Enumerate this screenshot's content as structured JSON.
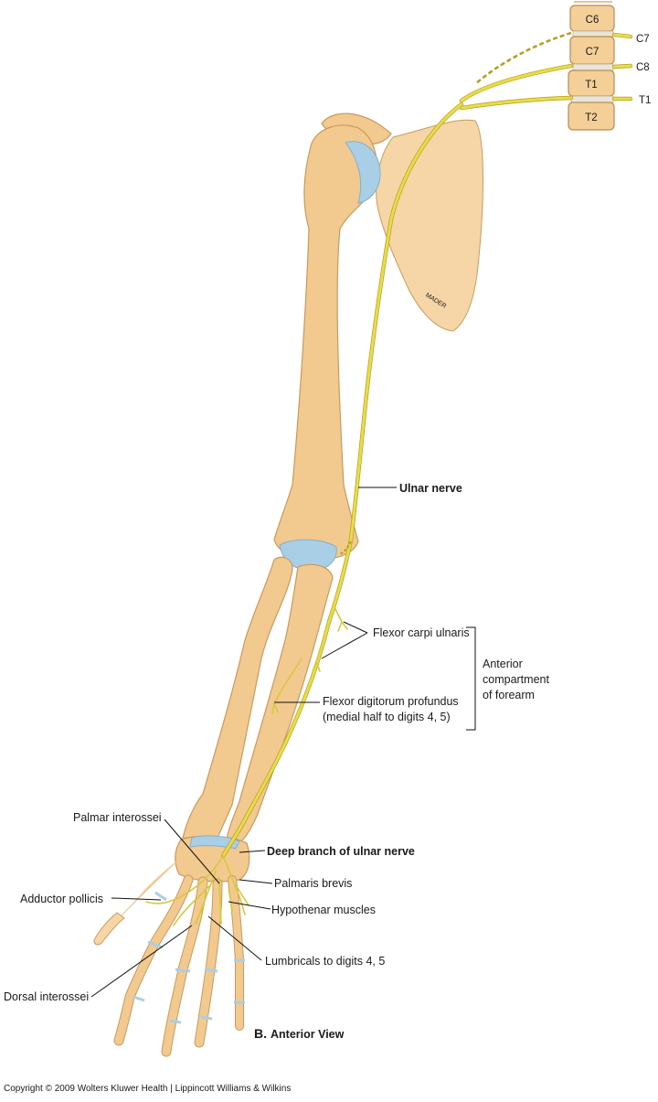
{
  "vertebrae": [
    "C6",
    "C7",
    "T1",
    "T2"
  ],
  "spinal_nerves": [
    "C7",
    "C8",
    "T1"
  ],
  "labels": {
    "ulnar_nerve": "Ulnar nerve",
    "flexor_carpi_ulnaris": "Flexor carpi ulnaris",
    "anterior_compartment": [
      "Anterior",
      "compartment",
      "of forearm"
    ],
    "flexor_digitorum_profundus": [
      "Flexor digitorum profundus",
      "(medial half to digits 4, 5)"
    ],
    "palmar_interossei": "Palmar interossei",
    "deep_branch": "Deep branch of ulnar nerve",
    "palmaris_brevis": "Palmaris brevis",
    "adductor_pollicis": "Adductor pollicis",
    "hypothenar_muscles": "Hypothenar muscles",
    "lumbricals": "Lumbricals to digits 4, 5",
    "dorsal_interossei": "Dorsal interossei"
  },
  "figure_label": {
    "letter": "B.",
    "title": "Anterior View"
  },
  "signature": "MADER",
  "copyright": "Copyright © 2009 Wolters Kluwer Health | Lippincott Williams & Wilkins",
  "colors": {
    "bone": "#f2c98f",
    "cartilage": "#a9cfe6",
    "nerve": "#e8dc4a",
    "text": "#1a1a1a"
  }
}
